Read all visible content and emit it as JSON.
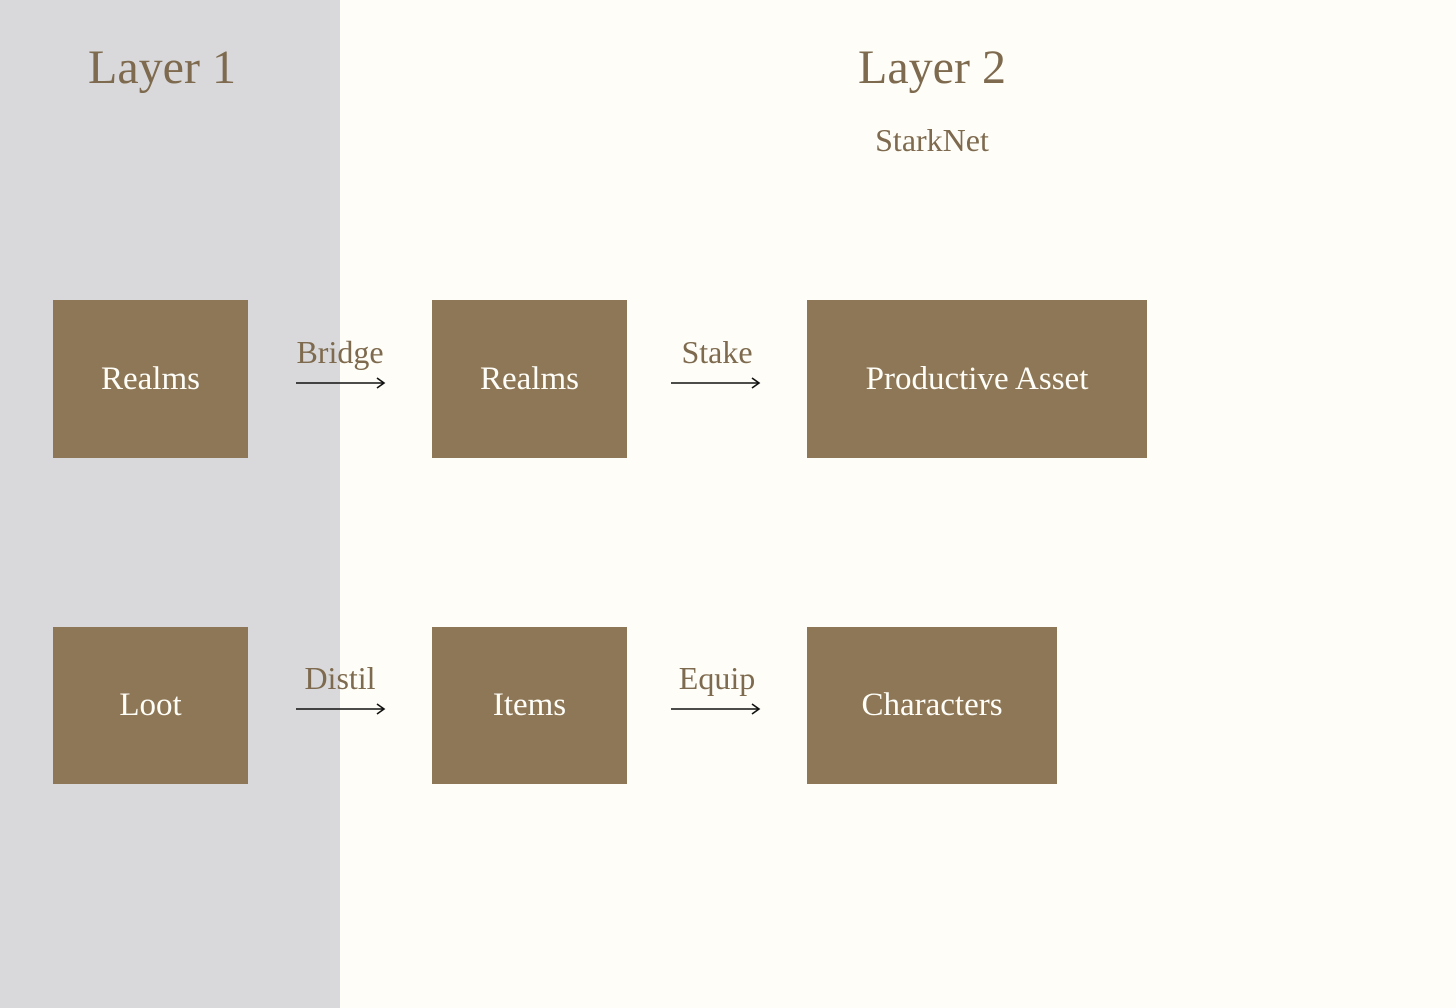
{
  "layer1": {
    "title": "Layer 1"
  },
  "layer2": {
    "title": "Layer 2",
    "subtitle": "StarkNet"
  },
  "boxes": {
    "l1_realms": "Realms",
    "l1_loot": "Loot",
    "l2_realms": "Realms",
    "l2_items": "Items",
    "productive_asset": "Productive Asset",
    "characters": "Characters"
  },
  "arrows": {
    "bridge": "Bridge",
    "stake": "Stake",
    "distil": "Distil",
    "equip": "Equip"
  },
  "colors": {
    "layer1_bg": "#d9d9db",
    "page_bg": "#fefdf7",
    "box": "#8e7756",
    "text": "#7e6a4e"
  }
}
